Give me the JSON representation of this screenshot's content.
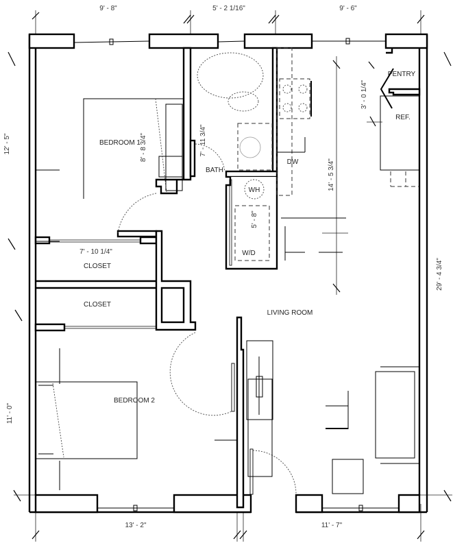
{
  "dimensions": {
    "top": [
      "9' - 8\"",
      "5' - 2 1/16\"",
      "9' - 6\""
    ],
    "left_upper": "12' - 5\"",
    "left_lower": "11' - 0\"",
    "right": "29' - 4 3/4\"",
    "bottom": [
      "13' - 2\"",
      "11' - 7\""
    ],
    "bedroom1_width": "8' - 8 3/4\"",
    "bath_length": "7' - 11 3/4\"",
    "pentry": "3' - 0 1/4\"",
    "kitchen": "14' - 5 3/4\"",
    "laundry": "5' - 8\"",
    "closet_width": "7' - 10 1/4\""
  },
  "rooms": {
    "bedroom1": "BEDROOM 1",
    "bath": "BATH",
    "pentry": "PENTRY",
    "ref": "REF.",
    "dw": "DW",
    "wh": "WH",
    "wd": "W/D",
    "closet1": "CLOSET",
    "closet2": "CLOSET",
    "living": "LIVING ROOM",
    "bedroom2": "BEDROOM 2"
  }
}
